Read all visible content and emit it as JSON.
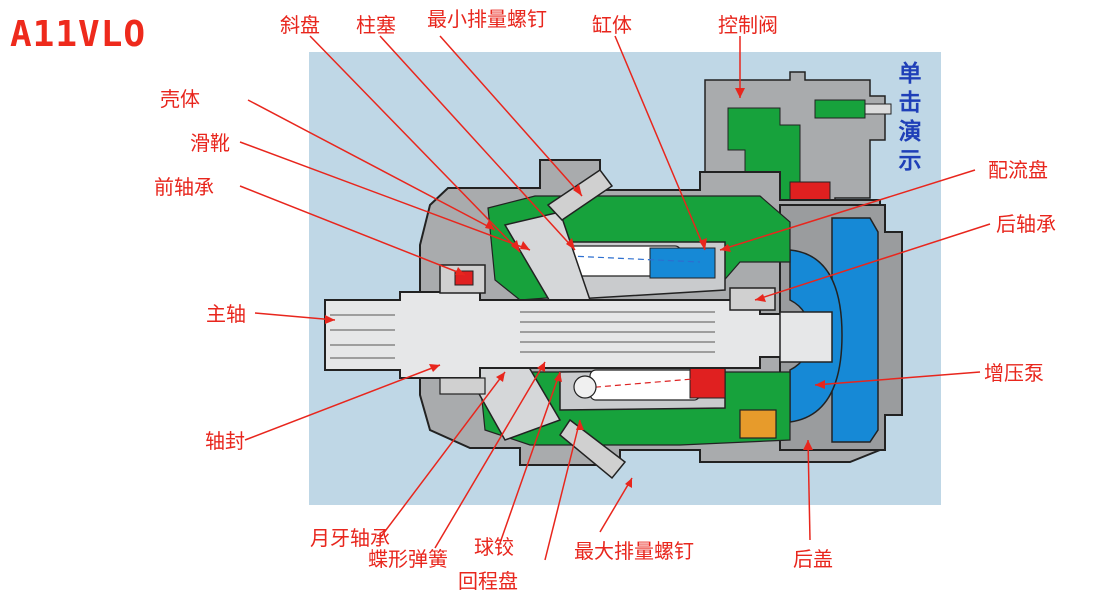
{
  "model": "A11VLO",
  "demo_button": [
    "单",
    "击",
    "演",
    "示"
  ],
  "labels": {
    "swash_plate": "斜盘",
    "piston": "柱塞",
    "min_displacement_screw": "最小排量螺钉",
    "cylinder_block": "缸体",
    "control_valve": "控制阀",
    "housing": "壳体",
    "slipper": "滑靴",
    "front_bearing": "前轴承",
    "valve_plate": "配流盘",
    "rear_bearing": "后轴承",
    "drive_shaft": "主轴",
    "charge_pump": "增压泵",
    "shaft_seal": "轴封",
    "cradle_bearing": "月牙轴承",
    "belleville_spring": "蝶形弹簧",
    "ball_joint": "球铰",
    "retaining_plate": "回程盘",
    "max_displacement_screw": "最大排量螺钉",
    "rear_cover": "后盖"
  },
  "colors": {
    "label_red": "#e8261d",
    "demo_blue": "#1f3fb8",
    "background_panel": "#bfd7e6",
    "housing_gray": "#a9abad",
    "green_part": "#17a23c",
    "blue_part": "#1689d6",
    "red_part": "#e02020"
  }
}
